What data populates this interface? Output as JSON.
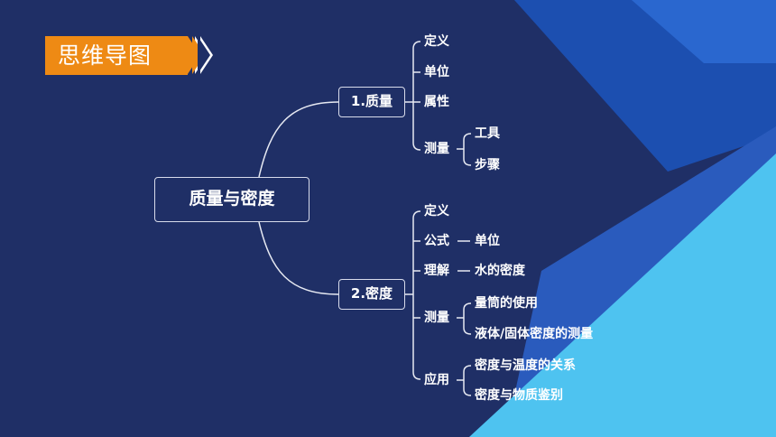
{
  "badge": {
    "title": "思维导图"
  },
  "mindmap": {
    "root": "质量与密度",
    "branch1": {
      "label": "1.质量",
      "items": {
        "definition": "定义",
        "unit": "单位",
        "property": "属性",
        "measure": "测量",
        "tools": "工具",
        "steps": "步骤"
      }
    },
    "branch2": {
      "label": "2.密度",
      "items": {
        "definition": "定义",
        "formula": "公式",
        "formula_unit": "单位",
        "understand": "理解",
        "water_density": "水的密度",
        "measure": "测量",
        "cylinder_use": "量筒的使用",
        "liquid_solid": "液体/固体密度的测量",
        "apply": "应用",
        "temperature": "密度与温度的关系",
        "identify": "密度与物质鉴别"
      }
    }
  },
  "colors": {
    "background": "#1f2f66",
    "accent_orange": "#ee8a14",
    "blue_band": "#1c4fb0",
    "light_blue": "#4ec3f0",
    "line": "#e6e9f2"
  }
}
